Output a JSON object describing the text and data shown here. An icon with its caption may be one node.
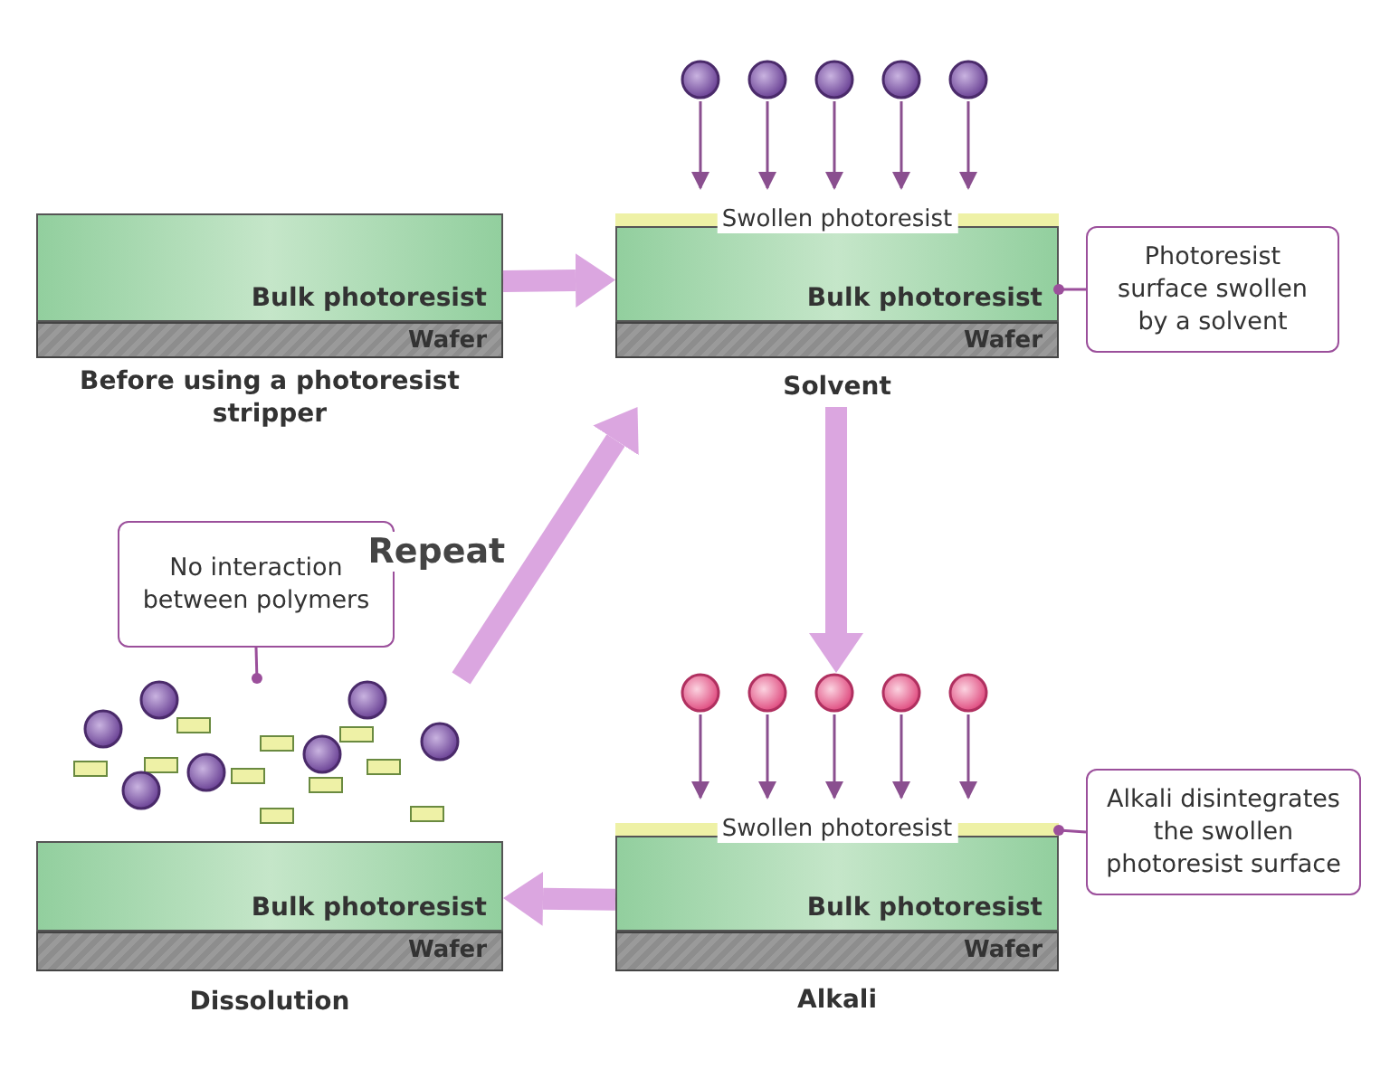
{
  "diagram": {
    "nodes": [
      {
        "text": [
          "Before using a photoresist stripper"
        ]
      },
      {
        "text": [
          "Bulk photoresist"
        ],
        "in": 0
      },
      {
        "text": [
          "Wafer"
        ],
        "in": 0
      },
      {
        "text": [
          "Solvent"
        ]
      },
      {
        "text": [
          "Bulk photoresist"
        ],
        "in": 3
      },
      {
        "text": [
          "Swollen photoresist"
        ],
        "in": 3
      },
      {
        "text": [
          "Wafer"
        ],
        "in": 3
      },
      {
        "text": [
          "Photoresist surface swollen by a solvent"
        ]
      },
      {
        "text": [
          "Alkali"
        ]
      },
      {
        "text": [
          "Bulk photoresist"
        ],
        "in": 8
      },
      {
        "text": [
          "Swollen photoresist"
        ],
        "in": 8
      },
      {
        "text": [
          "Wafer"
        ],
        "in": 8
      },
      {
        "text": [
          "Alkali disintegrates the swollen photoresist surface"
        ]
      },
      {
        "text": [
          "Dissolution"
        ]
      },
      {
        "text": [],
        "shape": "picture",
        "in": 13
      },
      {
        "text": [
          "Bulk photoresist"
        ],
        "in": 13
      },
      {
        "text": [
          "Wafer"
        ],
        "in": 13
      },
      {
        "text": [
          "No interaction between polymers"
        ]
      }
    ],
    "edges": [
      {
        "from": 0,
        "to": 3,
        "arrow": "to",
        "color": "#dba6e0"
      },
      {
        "from": 3,
        "to": 8,
        "arrow": "to",
        "color": "#dba6e0"
      },
      {
        "from": 8,
        "to": 13,
        "arrow": "to",
        "color": "#dba6e0"
      },
      {
        "from": 13,
        "to": 3,
        "arrow": "to",
        "label": "Repeat",
        "color": "#dba6e0"
      },
      {
        "from": 7,
        "to": 4,
        "arrow": "other",
        "color": "#9b4f9b"
      },
      {
        "from": 12,
        "to": 10,
        "arrow": "other",
        "color": "#9b4f9b"
      },
      {
        "from": 17,
        "to": 14,
        "arrow": "other",
        "color": "#9b4f9b"
      }
    ]
  }
}
